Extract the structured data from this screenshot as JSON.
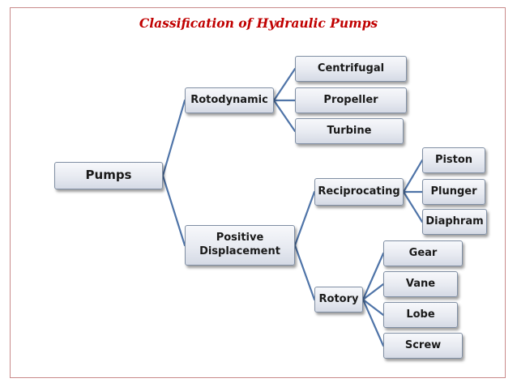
{
  "title": "Classification of Hydraulic Pumps",
  "nodes": {
    "pumps": "Pumps",
    "rotodynamic": "Rotodynamic",
    "centrifugal": "Centrifugal",
    "propeller": "Propeller",
    "turbine": "Turbine",
    "positive_displacement": "Positive\nDisplacement",
    "reciprocating": "Reciprocating",
    "piston": "Piston",
    "plunger": "Plunger",
    "diaphram": "Diaphram",
    "rotory": "Rotory",
    "gear": "Gear",
    "vane": "Vane",
    "lobe": "Lobe",
    "screw": "Screw"
  },
  "colors": {
    "title": "#c00000",
    "connector": "#4f74a8",
    "node_border": "#7f8ea3",
    "frame": "#c98a8a"
  },
  "edges": [
    [
      "pumps",
      "rotodynamic"
    ],
    [
      "pumps",
      "positive_displacement"
    ],
    [
      "rotodynamic",
      "centrifugal"
    ],
    [
      "rotodynamic",
      "propeller"
    ],
    [
      "rotodynamic",
      "turbine"
    ],
    [
      "positive_displacement",
      "reciprocating"
    ],
    [
      "positive_displacement",
      "rotory"
    ],
    [
      "reciprocating",
      "piston"
    ],
    [
      "reciprocating",
      "plunger"
    ],
    [
      "reciprocating",
      "diaphram"
    ],
    [
      "rotory",
      "gear"
    ],
    [
      "rotory",
      "vane"
    ],
    [
      "rotory",
      "lobe"
    ],
    [
      "rotory",
      "screw"
    ]
  ]
}
